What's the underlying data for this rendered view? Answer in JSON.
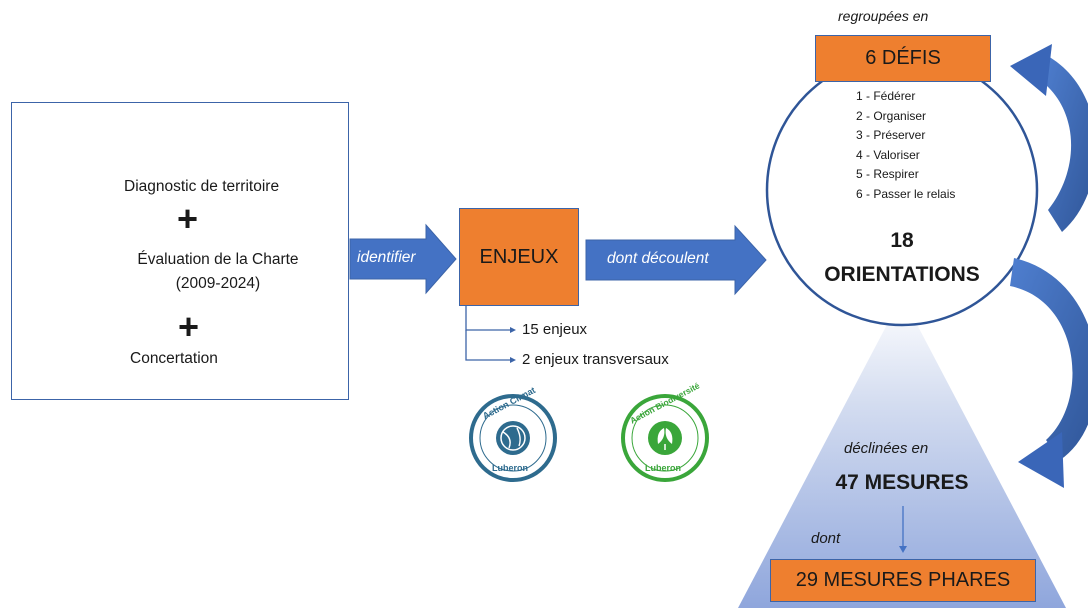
{
  "inputs": {
    "diagnostic": "Diagnostic de territoire",
    "evaluation_line1": "Évaluation de la Charte",
    "evaluation_line2": "(2009-2024)",
    "concertation": "Concertation",
    "plus": "+"
  },
  "arrows": {
    "identifier": "identifier",
    "dont_decoulent": "dont découlent"
  },
  "enjeux": {
    "title": "ENJEUX",
    "items": [
      "15 enjeux",
      "2 enjeux transversaux"
    ]
  },
  "logos": {
    "climat": {
      "top_text": "Action Climat",
      "bottom_text": "Luberon",
      "color": "#2e6b8e"
    },
    "biodiversite": {
      "top_text": "Action Biodiversité",
      "bottom_text": "Luberon",
      "color": "#3aa63a"
    }
  },
  "defis": {
    "caption": "regroupées en",
    "title": "6 DÉFIS",
    "items": [
      "1 - Fédérer",
      "2 - Organiser",
      "3 - Préserver",
      "4 - Valoriser",
      "5 - Respirer",
      "6 - Passer le relais"
    ]
  },
  "orientations": {
    "count": "18",
    "label": "ORIENTATIONS"
  },
  "mesures": {
    "caption": "déclinées en",
    "title": "47 MESURES",
    "dont": "dont",
    "phares": "29 MESURES PHARES"
  },
  "colors": {
    "orange": "#ee7f2f",
    "blue": "#4472c4",
    "dark_blue": "#2f5597",
    "border_blue": "#3c64a8"
  }
}
